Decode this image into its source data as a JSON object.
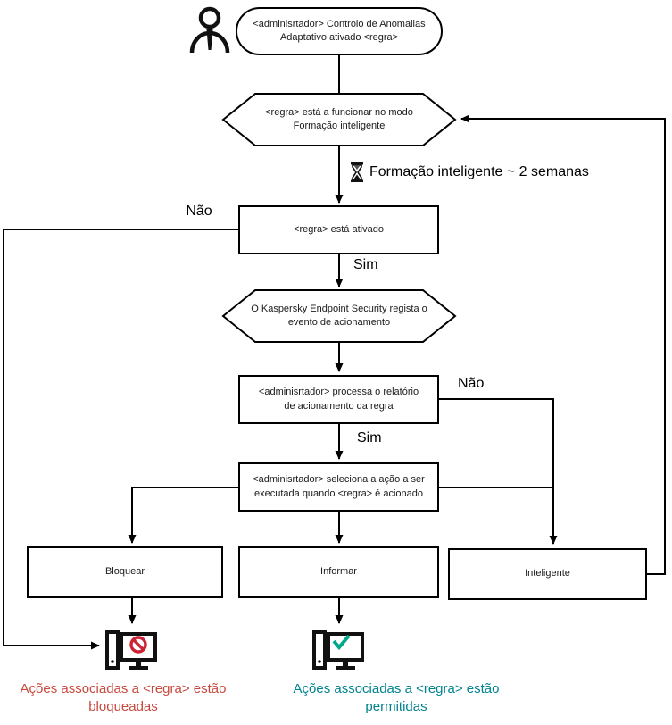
{
  "diagram_title": "Adaptive Anomaly Control rule workflow (Kaspersky Endpoint Security)",
  "colors": {
    "line": "#000000",
    "node_border": "#000000",
    "node_fill": "#ffffff",
    "blocked_caption_text": "#c9493e",
    "allowed_caption_text": "#00838f",
    "prohibition_sign": "#cc2233",
    "check_mark": "#00a88b"
  },
  "nodes": {
    "start": "<adminisrtador> Controlo de Anomalias Adaptativo ativado <regra>",
    "training_mode": "<regra> está a funcionar no modo Formação inteligente",
    "rule_active": "<regra> está ativado",
    "log_event": "O Kaspersky Endpoint Security regista o evento de acionamento",
    "process_report": "<adminisrtador> processa o relatório de acionamento da regra",
    "select_action": "<adminisrtador> seleciona a ação a ser executada quando <regra> é acionado",
    "block": "Bloquear",
    "inform": "Informar",
    "smart": "Inteligente"
  },
  "edge_labels": {
    "no_left": "Não",
    "yes_top": "Sim",
    "no_right": "Não",
    "yes_bottom": "Sim"
  },
  "annotations": {
    "training_duration": "Formação inteligente ~ 2 semanas"
  },
  "captions": {
    "blocked": "Ações associadas a <regra> estão bloqueadas",
    "allowed": "Ações associadas a <regra> estão permitidas"
  },
  "icons": {
    "actor": "person-icon",
    "duration": "hourglass-icon",
    "blocked_result": "computer-blocked-icon",
    "allowed_result": "computer-allowed-icon"
  }
}
